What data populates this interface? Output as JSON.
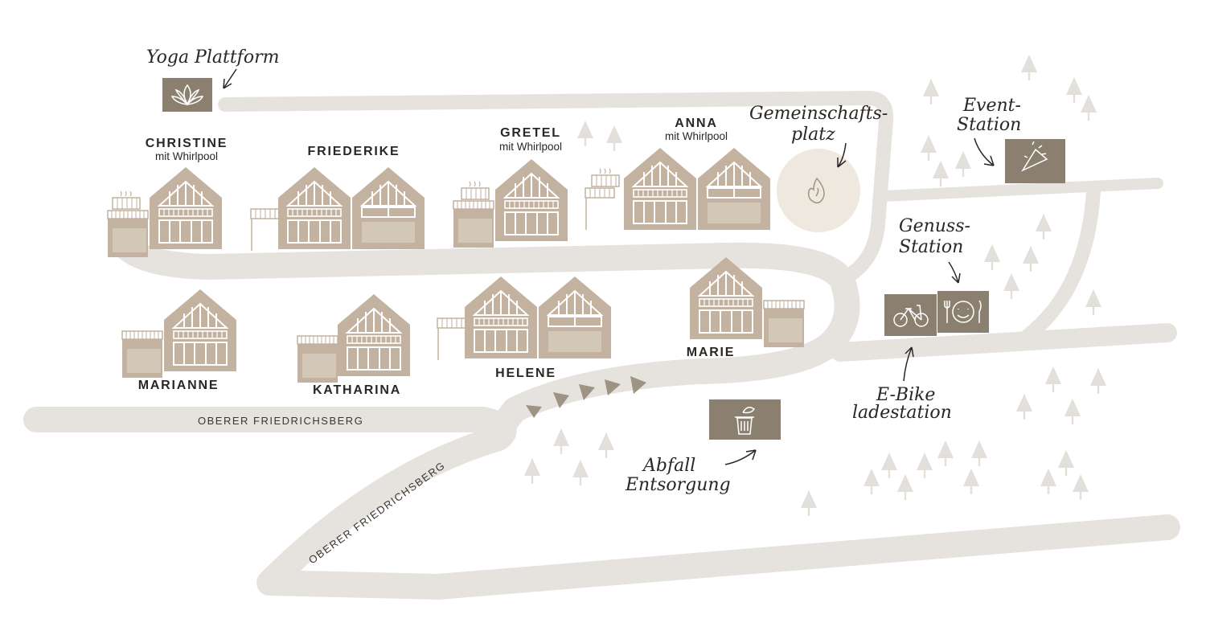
{
  "houses": {
    "christine": {
      "name": "CHRISTINE",
      "sub": "mit Whirlpool"
    },
    "friederike": {
      "name": "FRIEDERIKE"
    },
    "gretel": {
      "name": "GRETEL",
      "sub": "mit Whirlpool"
    },
    "anna": {
      "name": "ANNA",
      "sub": "mit Whirlpool"
    },
    "marianne": {
      "name": "MARIANNE"
    },
    "katharina": {
      "name": "KATHARINA"
    },
    "helene": {
      "name": "HELENE"
    },
    "marie": {
      "name": "MARIE"
    }
  },
  "roads": {
    "road_horizontal": "OBERER FRIEDRICHSBERG",
    "road_diagonal": "OBERER FRIEDRICHSBERG"
  },
  "poi": {
    "yoga": "Yoga Plattform",
    "gemeinschaft_line1": "Gemeinschafts-",
    "gemeinschaft_line2": "platz",
    "event_line1": "Event-",
    "event_line2": "Station",
    "genuss_line1": "Genuss-",
    "genuss_line2": "Station",
    "ebike_line1": "E-Bike",
    "ebike_line2": "ladestation",
    "abfall_line1": "Abfall",
    "abfall_line2": "Entsorgung"
  },
  "icons": {
    "yoga": "lotus-icon",
    "fire": "fire-icon",
    "event": "party-popper-icon",
    "bike": "bicycle-icon",
    "food": "plate-cutlery-icon",
    "trash": "trash-bin-icon"
  },
  "colors": {
    "road": "#e6e3de",
    "house": "#c2b29f",
    "house_light": "#d3c7b8",
    "poi_box": "#8b7f6f",
    "fire_circle": "#efe8df",
    "tree": "#e3e0db",
    "arrow_marker": "#9e9484",
    "text": "#2a2724"
  }
}
